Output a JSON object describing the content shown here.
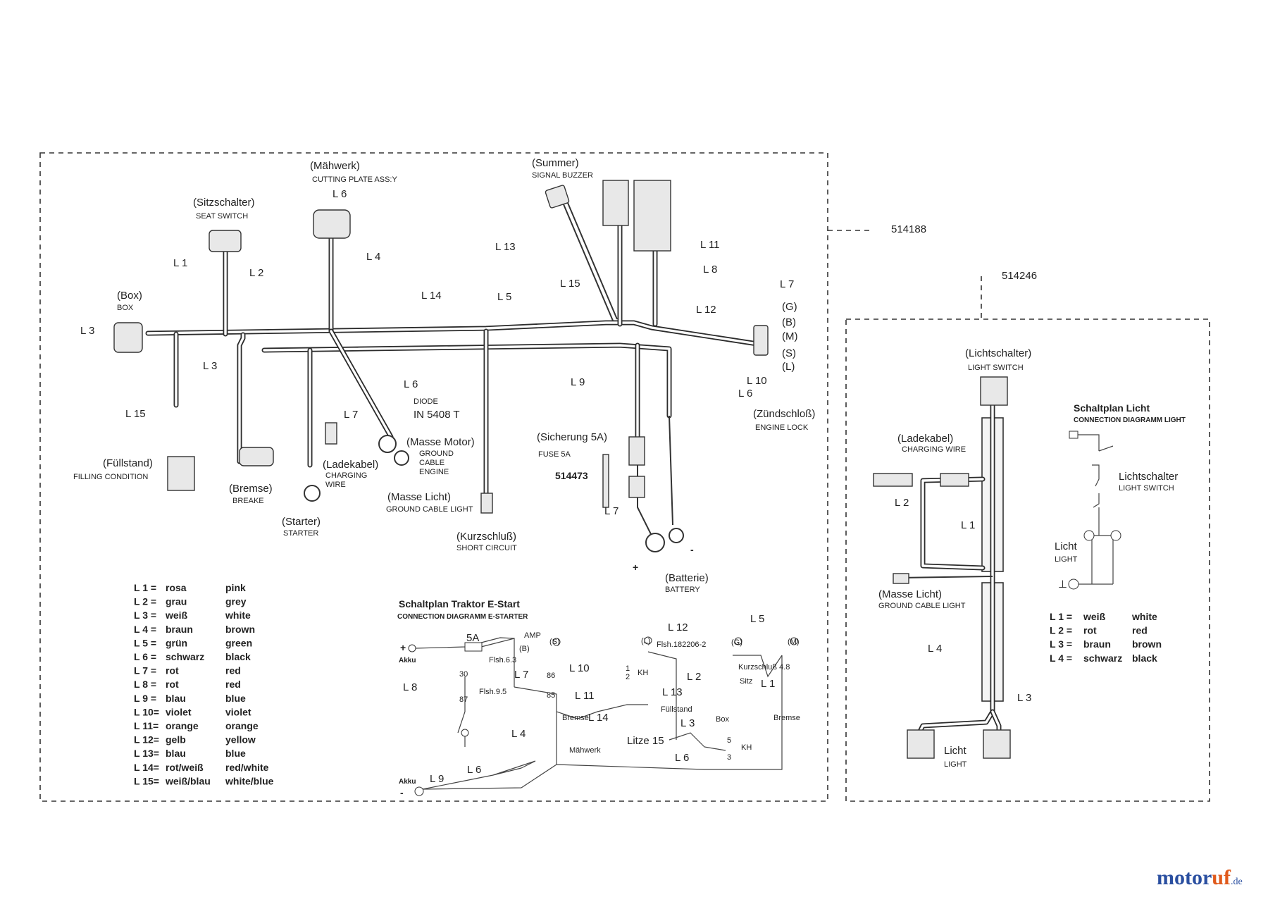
{
  "references": {
    "harness": "514188",
    "light_harness": "514246"
  },
  "components": {
    "box_de": "(Box)",
    "box_en": "BOX",
    "seat_de": "(Sitzschalter)",
    "seat_en": "SEAT SWITCH",
    "mower_de": "(Mähwerk)",
    "mower_en": "CUTTING PLATE ASS:Y",
    "buzzer_de": "(Summer)",
    "buzzer_en": "SIGNAL BUZZER",
    "fill_de": "(Füllstand)",
    "fill_en": "FILLING CONDITION",
    "brake_de": "(Bremse)",
    "brake_en": "BREAKE",
    "starter_de": "(Starter)",
    "starter_en": "STARTER",
    "charge_de": "(Ladekabel)",
    "charge_en1": "CHARGING",
    "charge_en2": "WIRE",
    "ground_motor_de": "(Masse Motor)",
    "ground_motor_en1": "GROUND",
    "ground_motor_en2": "CABLE",
    "ground_motor_en3": "ENGINE",
    "ground_light_de": "(Masse Licht)",
    "ground_light_en": "GROUND CABLE LIGHT",
    "diode": "DIODE",
    "diode_type": "IN 5408 T",
    "fuse_de": "(Sicherung 5A)",
    "fuse_en": "FUSE 5A",
    "fuse_part": "514473",
    "short_de": "(Kurzschluß)",
    "short_en": "SHORT CIRCUIT",
    "battery_de": "(Batterie)",
    "battery_en": "BATTERY",
    "plus": "+",
    "minus": "-",
    "lock_de": "(Zündschloß)",
    "lock_en": "ENGINE LOCK",
    "lock_g": "(G)",
    "lock_b": "(B)",
    "lock_m": "(M)",
    "lock_s": "(S)",
    "lock_l": "(L)"
  },
  "wire_labels": {
    "l1": "L 1",
    "l2": "L 2",
    "l3": "L 3",
    "l4": "L 4",
    "l5": "L 5",
    "l6": "L 6",
    "l7": "L 7",
    "l8": "L 8",
    "l9": "L 9",
    "l10": "L 10",
    "l11": "L 11",
    "l12": "L 12",
    "l13": "L 13",
    "l14": "L 14",
    "l15": "L 15"
  },
  "legend_main": [
    {
      "code": "L 1  =",
      "de": "rosa",
      "en": "pink"
    },
    {
      "code": "L 2  =",
      "de": "grau",
      "en": "grey"
    },
    {
      "code": "L 3  =",
      "de": "weiß",
      "en": "white"
    },
    {
      "code": "L 4  =",
      "de": "braun",
      "en": "brown"
    },
    {
      "code": "L 5  =",
      "de": "grün",
      "en": "green"
    },
    {
      "code": "L 6  =",
      "de": "schwarz",
      "en": "black"
    },
    {
      "code": "L 7  =",
      "de": "rot",
      "en": "red"
    },
    {
      "code": "L 8  =",
      "de": "rot",
      "en": "red"
    },
    {
      "code": "L 9  =",
      "de": "blau",
      "en": "blue"
    },
    {
      "code": "L 10=",
      "de": "violet",
      "en": "violet"
    },
    {
      "code": "L 11=",
      "de": "orange",
      "en": "orange"
    },
    {
      "code": "L 12=",
      "de": "gelb",
      "en": "yellow"
    },
    {
      "code": "L 13=",
      "de": "blau",
      "en": "blue"
    },
    {
      "code": "L 14=",
      "de": "rot/weiß",
      "en": "red/white"
    },
    {
      "code": "L 15=",
      "de": "weiß/blau",
      "en": "white/blue"
    }
  ],
  "estart": {
    "title": "Schaltplan Traktor E-Start",
    "subtitle": "CONNECTION DIAGRAMM E-STARTER",
    "plus": "+",
    "minus": "-",
    "akku": "Akku",
    "fuse": "5A",
    "amp": "AMP",
    "b": "(B)",
    "s": "(S)",
    "l": "(L)",
    "g": "(G)",
    "m": "(M)",
    "flsh63": "Flsh.6.3",
    "flsh95": "Flsh.9.5",
    "flsh182": "Flsh.182206-2",
    "kurz": "Kurzschluß 4.8",
    "sitz": "Sitz",
    "box": "Box",
    "bremse": "Bremse",
    "fuellstand": "Füllstand",
    "maehwerk": "Mähwerk",
    "litze": "Litze 15",
    "kh": "KH",
    "n30": "30",
    "n87": "87",
    "n86": "86",
    "n85": "85",
    "n1": "1",
    "n2": "2",
    "n5": "5",
    "n3": "3"
  },
  "light": {
    "switch_de": "(Lichtschalter)",
    "switch_en": "LIGHT SWITCH",
    "charge_de": "(Ladekabel)",
    "charge_en": "CHARGING WIRE",
    "ground_de": "(Masse Licht)",
    "ground_en": "GROUND CABLE LIGHT",
    "light_de": "Licht",
    "light_en": "LIGHT",
    "diag_title": "Schaltplan Licht",
    "diag_subtitle": "CONNECTION DIAGRAMM LIGHT",
    "diag_switch_de": "Lichtschalter",
    "diag_switch_en": "LIGHT SWITCH",
    "diag_light_de": "Licht",
    "diag_light_en": "LIGHT",
    "ground_symbol": "⊥"
  },
  "legend_light": [
    {
      "code": "L 1  =",
      "de": "weiß",
      "en": "white"
    },
    {
      "code": "L 2  =",
      "de": "rot",
      "en": "red"
    },
    {
      "code": "L 3  =",
      "de": "braun",
      "en": "brown"
    },
    {
      "code": "L 4  =",
      "de": "schwarz",
      "en": "black"
    }
  ],
  "branding": {
    "logo_main": "motor",
    "logo_accent": "uf",
    "logo_tld": ".de"
  }
}
